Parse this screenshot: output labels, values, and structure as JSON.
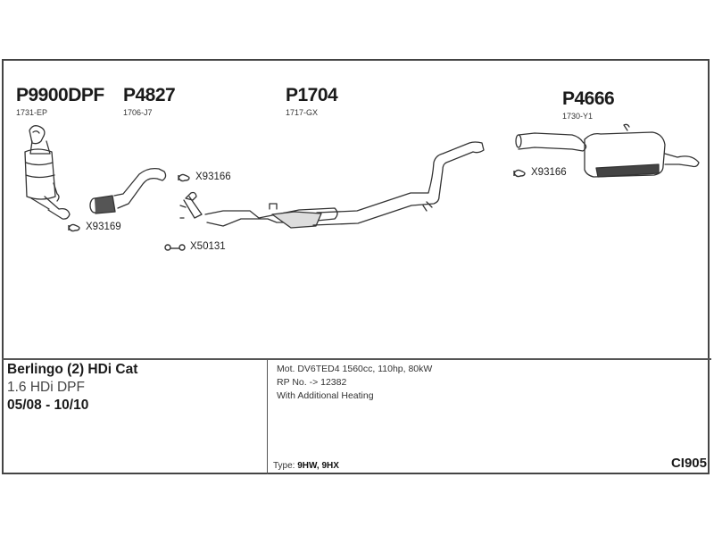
{
  "parts": [
    {
      "number": "P9900DPF",
      "ref": "1731-EP",
      "type": "diesel-particulate-filter"
    },
    {
      "number": "P4827",
      "ref": "1706-J7",
      "type": "front-pipe"
    },
    {
      "number": "P1704",
      "ref": "1717-GX",
      "type": "centre-pipe-with-catalyst"
    },
    {
      "number": "P4666",
      "ref": "1730-Y1",
      "type": "rear-silencer"
    }
  ],
  "fittings": [
    {
      "code": "X93169",
      "icon": "clamp-icon"
    },
    {
      "code": "X93166",
      "icon": "clamp-icon"
    },
    {
      "code": "X50131",
      "icon": "rubber-hanger-icon"
    },
    {
      "code": "X93166",
      "icon": "clamp-icon"
    }
  ],
  "vehicle": {
    "model": "Berlingo (2) HDi Cat",
    "engine": "1.6 HDi DPF",
    "dates": "05/08 - 10/10"
  },
  "specs": {
    "motor": "Mot. DV6TED4 1560cc, 110hp, 80kW",
    "rp": "RP No. -> 12382",
    "note": "With Additional Heating",
    "type_label": "Type:",
    "type_value": "9HW, 9HX"
  },
  "diagram_code": "CI905",
  "colors": {
    "line": "#333333",
    "frame": "#444444"
  }
}
